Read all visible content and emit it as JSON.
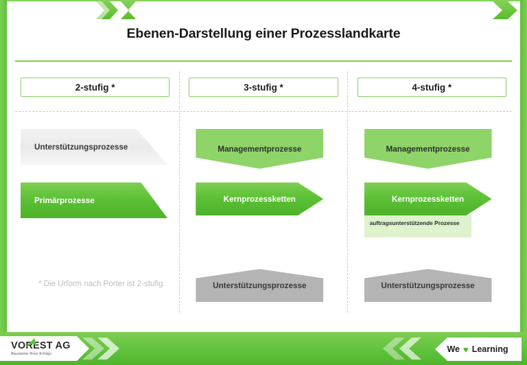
{
  "slide": {
    "title": "Ebenen-Darstellung einer Prozesslandkarte",
    "footnote": "* Die Urform nach Porter ist 2-stufig."
  },
  "colors": {
    "brand_green": "#5ec13a",
    "light_green": "#8ed468",
    "sub_box_green": "#ddf2cd",
    "gray_fill": "#f0f0f0",
    "title_text": "#1a1a1a",
    "footnote_text": "#bdbdbd"
  },
  "columns": [
    {
      "header": "2-stufig *",
      "shapes": [
        {
          "label": "Unterstützungsprozesse",
          "style": "gray-trapezoid"
        },
        {
          "label": "Primärprozesse",
          "style": "green-arrow"
        }
      ]
    },
    {
      "header": "3-stufig *",
      "shapes": [
        {
          "label": "Managementprozesse",
          "style": "gray-notched-green-outline"
        },
        {
          "label": "Kernprozessketten",
          "style": "green-arrow"
        },
        {
          "label": "Unterstützungsprozesse",
          "style": "gray-peaked"
        }
      ]
    },
    {
      "header": "4-stufig *",
      "shapes": [
        {
          "label": "Managementprozesse",
          "style": "gray-notched-green-outline"
        },
        {
          "label": "Kernprozessketten",
          "style": "green-arrow"
        },
        {
          "label": "auftragsunterstützende Prozesse",
          "style": "light-green-box"
        },
        {
          "label": "Unterstützungsprozesse",
          "style": "gray-peaked"
        }
      ]
    }
  ],
  "footer": {
    "logo_name": "VOREST AG",
    "logo_tagline": "Bausteine Ihres Erfolgs",
    "slogan_pre": "We",
    "slogan_heart": "♥",
    "slogan_post": "Learning"
  }
}
